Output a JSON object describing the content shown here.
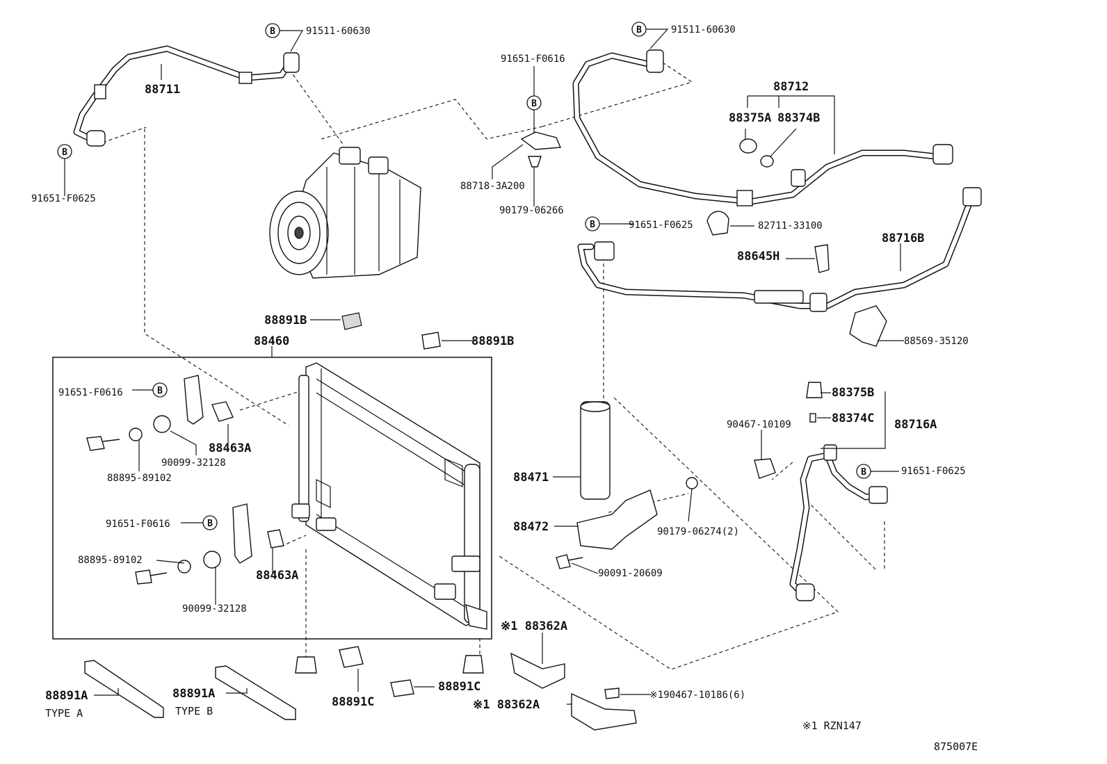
{
  "symbols": {
    "b_marker": "B"
  },
  "labels": {
    "p91511_60630_a": "91511-60630",
    "p91511_60630_b": "91511-60630",
    "p88711": "88711",
    "p91651_F0625_a": "91651-F0625",
    "p91651_F0616_top": "91651-F0616",
    "p88718_3A200": "88718-3A200",
    "p90179_06266": "90179-06266",
    "p88712": "88712",
    "p88375A": "88375A",
    "p88374B": "88374B",
    "p91651_F0625_b": "91651-F0625",
    "p82711_33100": "82711-33100",
    "p88645H": "88645H",
    "p88716B": "88716B",
    "p88569_35120": "88569-35120",
    "p88891B_a": "88891B",
    "p88891B_b": "88891B",
    "p88460": "88460",
    "p91651_F0616_a": "91651-F0616",
    "p88463A_a": "88463A",
    "p90099_32128_a": "90099-32128",
    "p88895_89102_a": "88895-89102",
    "p91651_F0616_b": "91651-F0616",
    "p88895_89102_b": "88895-89102",
    "p88463A_b": "88463A",
    "p90099_32128_b": "90099-32128",
    "p88471": "88471",
    "p88472": "88472",
    "p90179_06274": "90179-06274(2)",
    "p90091_20609": "90091-20609",
    "p88375B": "88375B",
    "p88374C": "88374C",
    "p88716A": "88716A",
    "p90467_10109": "90467-10109",
    "p91651_F0625_c": "91651-F0625",
    "p88362A_a": "※1 88362A",
    "p88362A_b": "※1 88362A",
    "p90467_10186": "※190467-10186(6)",
    "p88891A": "88891A",
    "typeA": "TYPE A",
    "p88891A_b": "88891A",
    "typeB": "TYPE B",
    "p88891C_a": "88891C",
    "p88891C_b": "88891C",
    "footnote": "※1 RZN147",
    "figure_code": "875007E"
  }
}
